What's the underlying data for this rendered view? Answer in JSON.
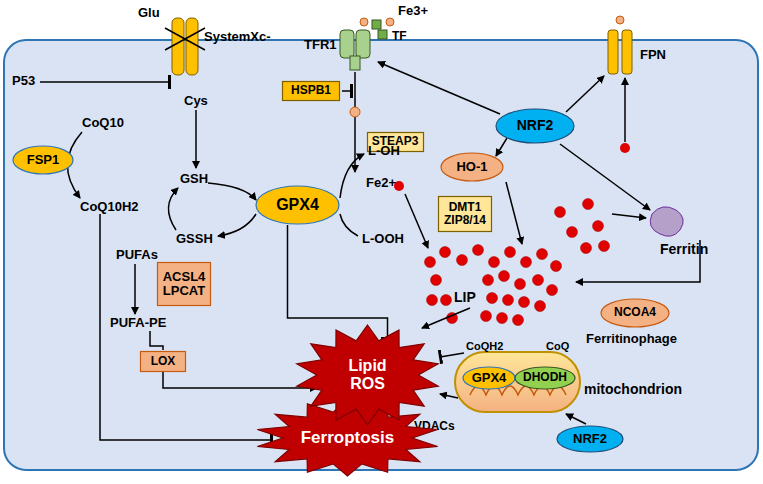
{
  "diagram": {
    "nodes": [
      {
        "text": [
          "FSP1"
        ]
      },
      {
        "text": [
          "HSPB1"
        ]
      },
      {
        "text": [
          "STEAP3"
        ]
      },
      {
        "text": [
          "NRF2"
        ]
      },
      {
        "text": [
          "HO-1"
        ]
      },
      {
        "text": [
          "DMT1 ZIP8/14"
        ]
      },
      {
        "text": [
          "GPX4"
        ]
      },
      {
        "text": [
          "ACSL4 LPCAT"
        ]
      },
      {
        "text": [
          "LOX"
        ]
      },
      {
        "text": [
          "NCOA4"
        ]
      },
      {
        "text": [
          "Lipid ROS"
        ]
      },
      {
        "text": [
          "Ferroptosis"
        ]
      },
      {
        "text": [
          "GPX4"
        ]
      },
      {
        "text": [
          "DHODH"
        ]
      },
      {
        "text": [
          "NRF2"
        ]
      }
    ],
    "edges": [
      {
        "from": 6,
        "to": 10,
        "arrow": "to"
      },
      {
        "from": 8,
        "to": 10,
        "arrow": "to"
      },
      {
        "from": 3,
        "to": 4,
        "arrow": "to"
      }
    ],
    "labels": [
      "Glu",
      "SystemXc-",
      "P53",
      "Cys",
      "GSH",
      "GSSH",
      "L-OH",
      "L-OOH",
      "CoQ10",
      "CoQ10H2",
      "PUFAs",
      "PUFA-PE",
      "TFR1",
      "Fe3+",
      "TF",
      "FPN",
      "Fe2+",
      "LIP",
      "Ferritin",
      "Ferritinophage",
      "CoQH2",
      "CoQ",
      "mitochondrion",
      "VDACs"
    ]
  }
}
